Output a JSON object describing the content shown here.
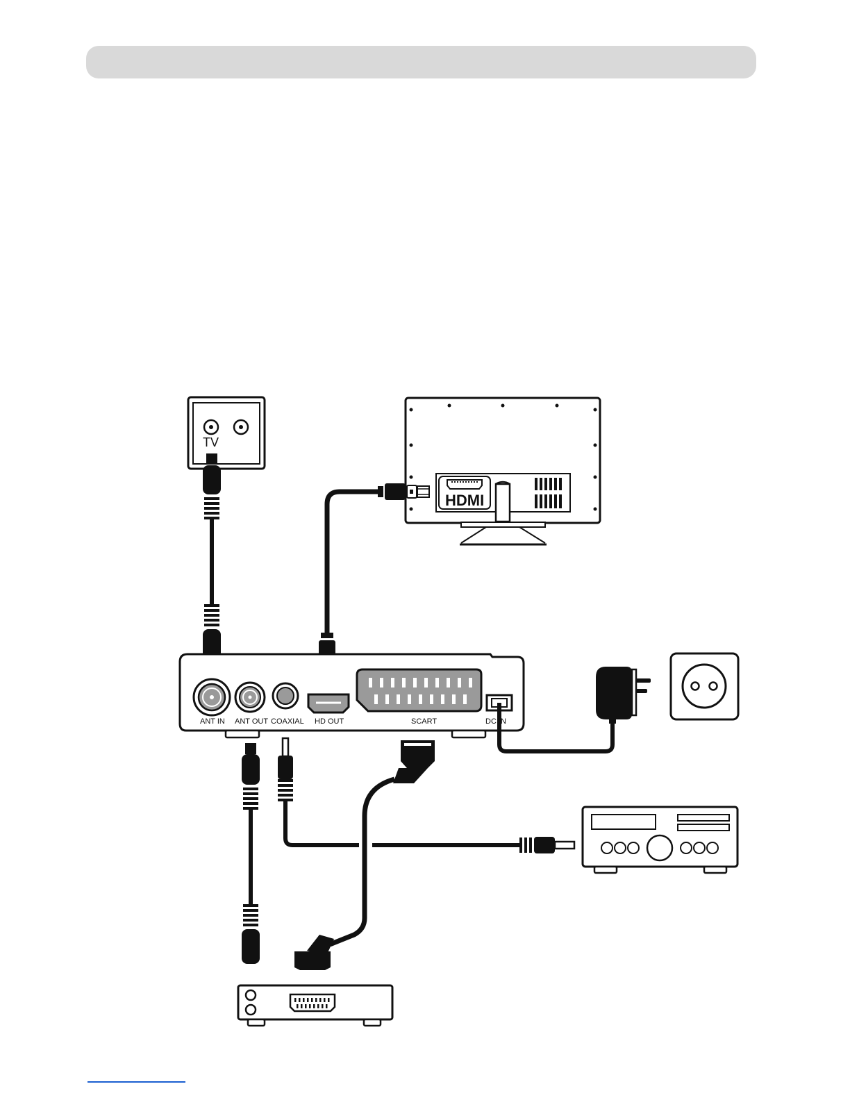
{
  "colors": {
    "header_bar": "#d9d9d9",
    "line": "#111111",
    "port_grey": "#9a9a9a",
    "footer_rule": "#1a5fd0"
  },
  "wall_socket": {
    "label": "TV"
  },
  "tv": {
    "hdmi_label": "HDMI"
  },
  "receiver": {
    "ports": {
      "ant_in": "ANT IN",
      "ant_out": "ANT OUT",
      "coaxial": "COAXIAL",
      "hd_out": "HD OUT",
      "scart": "SCART",
      "dc_in": "DC IN"
    }
  },
  "icons": [
    "antenna-wall-socket-icon",
    "tv-monitor-icon",
    "power-adapter-icon",
    "power-outlet-icon",
    "audio-amplifier-icon",
    "vcr-recorder-icon"
  ]
}
